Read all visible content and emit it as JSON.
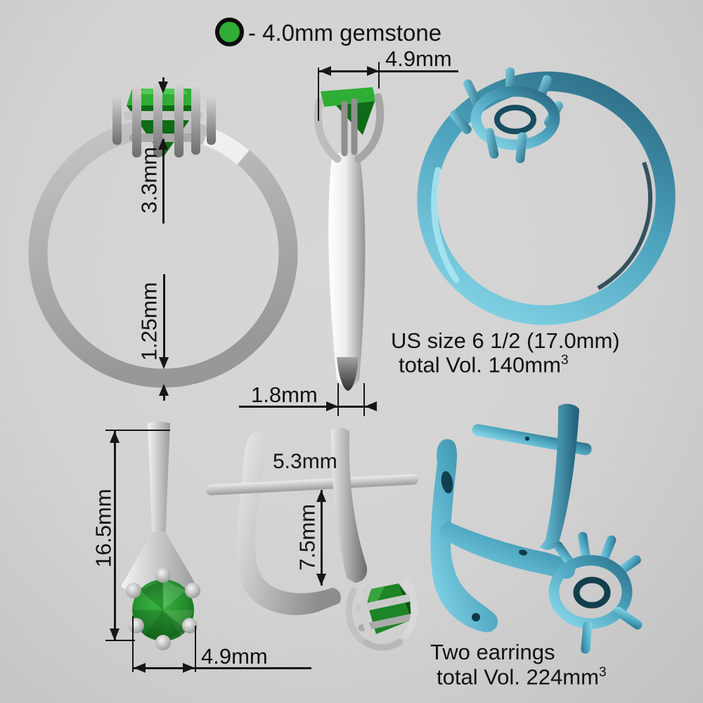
{
  "legend": {
    "icon": "gemstone-swatch",
    "label": "- 4.0mm gemstone",
    "gem_color": "#2fae35"
  },
  "ring": {
    "dims": {
      "head_width": "4.9mm",
      "head_height": "3.3mm",
      "band_thickness": "1.25mm",
      "band_width": "1.8mm"
    },
    "size_label": "US size 6 1/2 (17.0mm)",
    "volume_text": "total Vol. 140mm",
    "volume_sup": "3"
  },
  "earrings": {
    "dims": {
      "height": "16.5mm",
      "post_length": "5.3mm",
      "drop_height": "7.5mm",
      "gem_width": "4.9mm"
    },
    "count_label": "Two earrings",
    "volume_text": "total Vol. 224mm",
    "volume_sup": "3"
  },
  "colors": {
    "background": "#d2d2d2",
    "metal_light": "#f2f2f2",
    "metal_dark": "#8a8a8a",
    "cyan_light": "#8ddcee",
    "cyan_dark": "#2b7089",
    "gem_green": "#2fae35",
    "gem_green_dark": "#0e6b17",
    "annotation": "#161616"
  }
}
